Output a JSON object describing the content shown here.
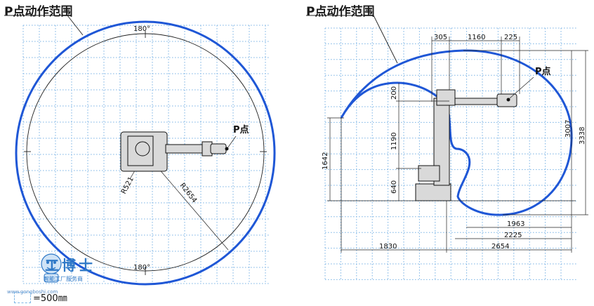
{
  "titles": {
    "left": "P点动作范围",
    "right": "P点动作范围"
  },
  "left_view": {
    "angle_top": "180°",
    "angle_bottom": "180°",
    "radius_inner": "R521",
    "radius_outer": "R2654",
    "point_label": "P点"
  },
  "right_view": {
    "top_dims": [
      "305",
      "1160",
      "225"
    ],
    "point_label": "P点",
    "vertical_dims": [
      "200",
      "1190",
      "640"
    ],
    "left_height": "1642",
    "right_heights": [
      "3007",
      "3338"
    ],
    "bottom_dims": [
      "1963",
      "2225",
      "2654",
      "1830"
    ]
  },
  "watermark": {
    "logo_text": "工博士",
    "subtitle": "智能工厂服务商",
    "url": "www.gongboshi.com"
  },
  "scale": {
    "label": "=500㎜"
  },
  "colors": {
    "grid": "#7fb6e6",
    "envelope": "#1f57d6",
    "watermark": "#2e78c7"
  }
}
